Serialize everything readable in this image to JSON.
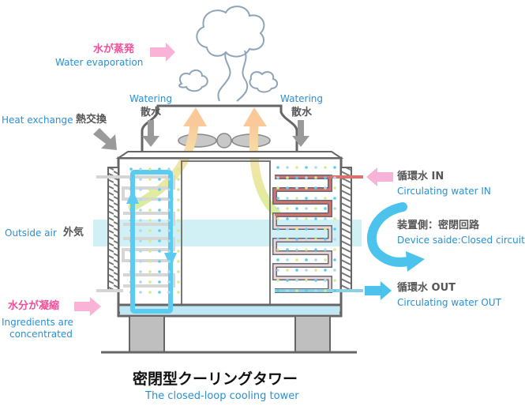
{
  "labels": {
    "evaporation_jp": "水が蒸発",
    "evaporation_en": "Water evaporation",
    "watering_left_en": "Watering",
    "watering_left_jp": "散水",
    "watering_right_en": "Watering",
    "watering_right_jp": "散水",
    "heat_exchange_en": "Heat exchange",
    "heat_exchange_jp": "熱交換",
    "outside_air_en": "Outside air",
    "outside_air_jp": "外気",
    "concentrated_jp": "水分が凝縮",
    "concentrated_en_1": "Ingredients are",
    "concentrated_en_2": "concentrated",
    "circ_in_jp": "循環水 IN",
    "circ_in_en": "Circulating water IN",
    "device_side_jp": "装置側：密閉回路",
    "device_side_en": "Device saide:Closed circuit",
    "circ_out_jp": "循環水 OUT",
    "circ_out_en": "Circulating water OUT"
  },
  "title": {
    "jp": "密閉型クーリングタワー",
    "en": "The closed-loop cooling tower"
  },
  "colors": {
    "pink_arrow": "#f9b3d6",
    "blue_arrow": "#4cc3ec",
    "gray_arrow": "#9a9a9a",
    "water_blue": "#5ccbf0",
    "coil_red": "#d9726a",
    "frame_gray": "#666666"
  }
}
